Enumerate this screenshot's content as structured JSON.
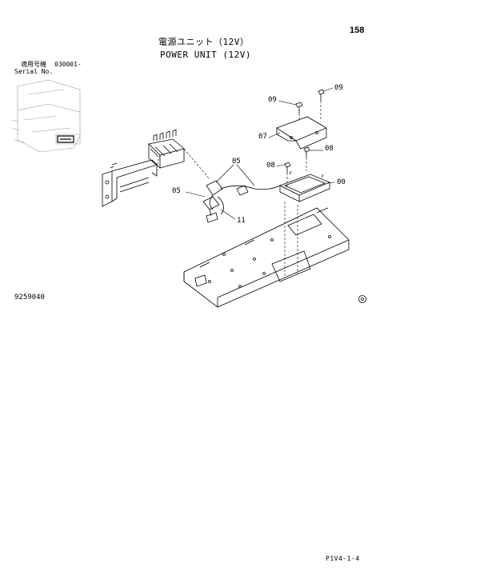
{
  "header": {
    "page_number": "158",
    "title_jp": "電源ユニット（12V）",
    "title_en": "POWER UNIT (12V)"
  },
  "serial": {
    "label_jp": "適用号機",
    "range": "030001-",
    "label_en": "Serial No."
  },
  "callouts": {
    "c09a": "09",
    "c09b": "09",
    "c07": "07",
    "c08a": "08",
    "c08b": "08",
    "c00": "00",
    "c05a": "05",
    "c05b": "05",
    "c11": "11"
  },
  "footer": {
    "drawing_ref": "9259040",
    "sheet_code": "P1V4-1-4"
  },
  "colors": {
    "ink": "#000000",
    "paper": "#ffffff"
  }
}
